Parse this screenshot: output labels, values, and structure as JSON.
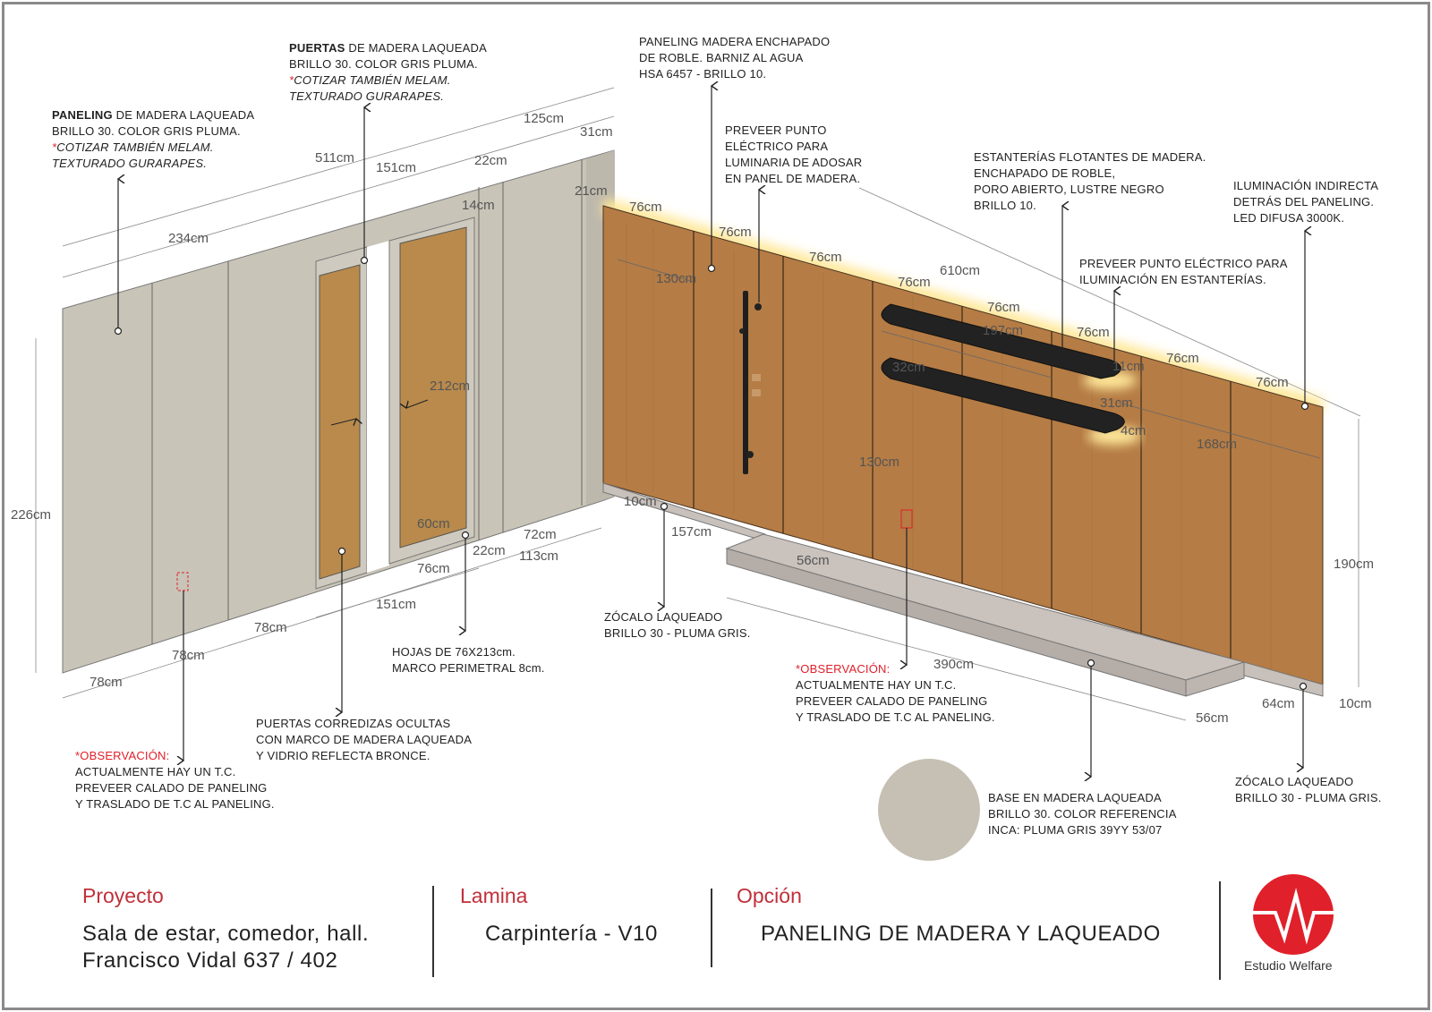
{
  "notes": {
    "paneling_gris": {
      "bold": "PANELING",
      "l1": " DE MADERA LAQUEADA",
      "l2": "BRILLO 30. COLOR GRIS PLUMA.",
      "asterisk": "*",
      "l3": "COTIZAR TAMBIÉN MELAM.",
      "l4": "TEXTURADO GURARAPES."
    },
    "puertas_gris": {
      "bold": "PUERTAS",
      "l1": " DE MADERA LAQUEADA",
      "l2": "BRILLO 30. COLOR GRIS PLUMA.",
      "asterisk": "*",
      "l3": "COTIZAR TAMBIÉN MELAM.",
      "l4": "TEXTURADO GURARAPES."
    },
    "paneling_roble": [
      "PANELING MADERA ENCHAPADO",
      "DE ROBLE. BARNIZ AL AGUA",
      "HSA 6457 - BRILLO 10."
    ],
    "punto_luminaria": [
      "PREVEER PUNTO",
      "ELÉCTRICO PARA",
      "LUMINARIA DE ADOSAR",
      "EN PANEL DE MADERA."
    ],
    "estanterias": [
      "ESTANTERÍAS FLOTANTES DE MADERA.",
      "ENCHAPADO DE ROBLE,",
      "PORO ABIERTO, LUSTRE NEGRO",
      "BRILLO 10."
    ],
    "iluminacion": [
      "ILUMINACIÓN INDIRECTA",
      "DETRÁS DEL PANELING.",
      "LED DIFUSA 3000K."
    ],
    "punto_estanterias": [
      "PREVEER PUNTO ELÉCTRICO PARA",
      "ILUMINACIÓN EN ESTANTERÍAS."
    ],
    "zocalo_left": [
      "ZÓCALO LAQUEADO",
      "BRILLO 30 - PLUMA GRIS."
    ],
    "hojas": [
      "HOJAS DE 76X213cm.",
      "MARCO PERIMETRAL 8cm."
    ],
    "corredizas": [
      "PUERTAS CORREDIZAS OCULTAS",
      "CON MARCO DE MADERA LAQUEADA",
      "Y VIDRIO REFLECTA BRONCE."
    ],
    "obs_left": {
      "title": "*OBSERVACIÓN:",
      "lines": [
        "ACTUALMENTE HAY UN T.C.",
        "PREVEER CALADO DE PANELING",
        "Y TRASLADO DE T.C AL PANELING."
      ]
    },
    "obs_right": {
      "title": "*OBSERVACIÓN:",
      "lines": [
        "ACTUALMENTE HAY UN T.C.",
        "PREVEER CALADO DE PANELING",
        "Y TRASLADO DE T.C AL PANELING."
      ]
    },
    "base": [
      "BASE EN MADERA LAQUEADA",
      "BRILLO 30. COLOR REFERENCIA",
      "INCA: PLUMA GRIS 39YY 53/07"
    ],
    "zocalo_right": [
      "ZÓCALO LAQUEADO",
      "BRILLO 30 - PLUMA GRIS."
    ]
  },
  "dims": [
    "511cm",
    "151cm",
    "125cm",
    "31cm",
    "22cm",
    "14cm",
    "21cm",
    "234cm",
    "226cm",
    "212cm",
    "60cm",
    "76cm",
    "22cm",
    "72cm",
    "113cm",
    "151cm",
    "78cm",
    "78cm",
    "78cm",
    "76cm",
    "76cm",
    "76cm",
    "76cm",
    "610cm",
    "76cm",
    "76cm",
    "76cm",
    "76cm",
    "130cm",
    "197cm",
    "32cm",
    "11cm",
    "31cm",
    "4cm",
    "168cm",
    "130cm",
    "10cm",
    "157cm",
    "56cm",
    "190cm",
    "390cm",
    "56cm",
    "64cm",
    "10cm"
  ],
  "colors": {
    "gris_pluma": "#c6c0b4",
    "roble": "#b57c45",
    "shelf": "#222222",
    "accent_red": "#e0202a",
    "title_red": "#c0303a"
  },
  "footer": {
    "proyecto_label": "Proyecto",
    "proyecto_line1": "Sala de estar, comedor, hall.",
    "proyecto_line2": "Francisco Vidal 637 / 402",
    "lamina_label": "Lamina",
    "lamina_value": "Carpintería - V10",
    "opcion_label": "Opción",
    "opcion_value": "PANELING DE MADERA Y LAQUEADO",
    "brand": "Estudio Welfare"
  }
}
